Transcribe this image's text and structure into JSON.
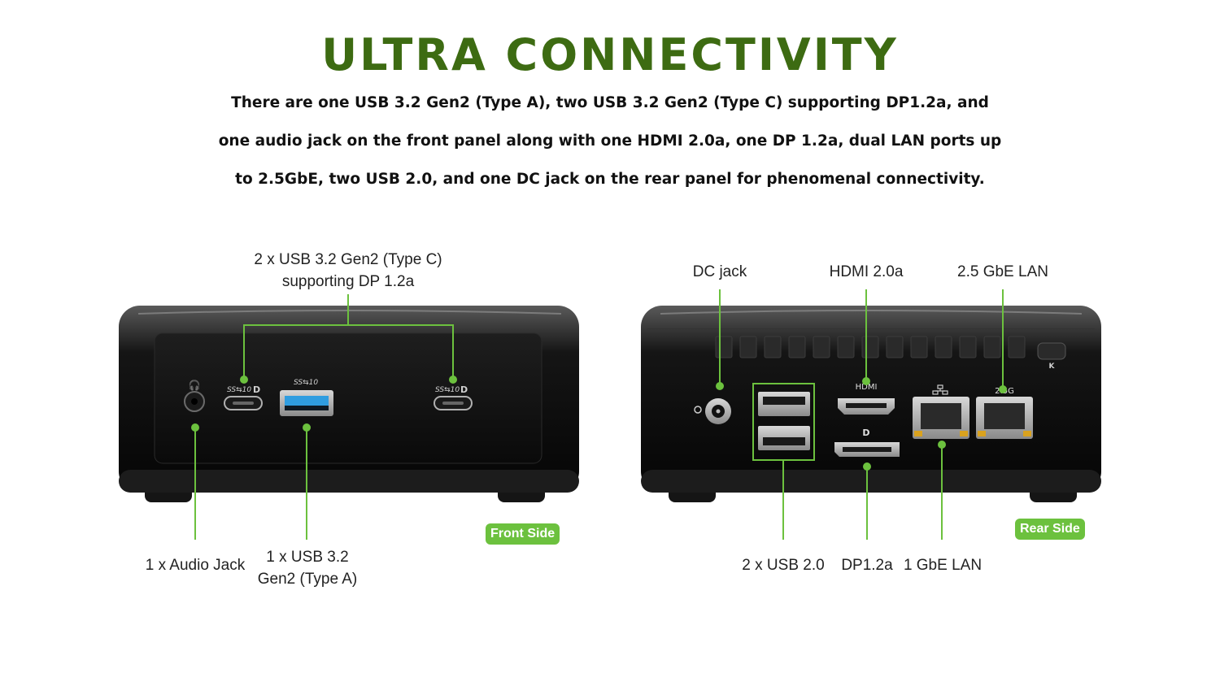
{
  "heading": {
    "title": "ULTRA CONNECTIVITY",
    "lines": [
      "There are one USB 3.2 Gen2 (Type A), two USB 3.2 Gen2 (Type C) supporting DP1.2a, and",
      "one audio jack on the front panel along with one HDMI 2.0a, one DP 1.2a, dual LAN ports up",
      "to 2.5GbE, two USB 2.0, and one DC jack on the rear panel for phenomenal connectivity."
    ]
  },
  "front": {
    "badge": "Front Side",
    "labels": {
      "usb_c_line1": "2 x USB 3.2 Gen2 (Type C)",
      "usb_c_line2": "supporting DP 1.2a",
      "audio": "1 x Audio Jack",
      "usb_a_line1": "1 x USB 3.2",
      "usb_a_line2": "Gen2 (Type A)"
    },
    "port_marks": {
      "audio": "🎧",
      "ss10_left": "SS⇆10",
      "dp_left": "D",
      "ss10_center": "SS⇆10",
      "ss10_right": "SS⇆10",
      "dp_right": "D"
    }
  },
  "rear": {
    "badge": "Rear Side",
    "labels": {
      "dc": "DC jack",
      "hdmi": "HDMI 2.0a",
      "lan25": "2.5 GbE LAN",
      "usb2": "2 x USB 2.0",
      "dp": "DP1.2a",
      "lan1": "1 GbE LAN"
    },
    "port_marks": {
      "hdmi": "HDMI",
      "dp": "D",
      "lan25": "2.5G",
      "lock": "K"
    }
  },
  "colors": {
    "title_green": "#3d6b12",
    "accent_green": "#6cc13e",
    "usb_blue": "#2f9de0",
    "chassis": "#0b0b0b"
  }
}
